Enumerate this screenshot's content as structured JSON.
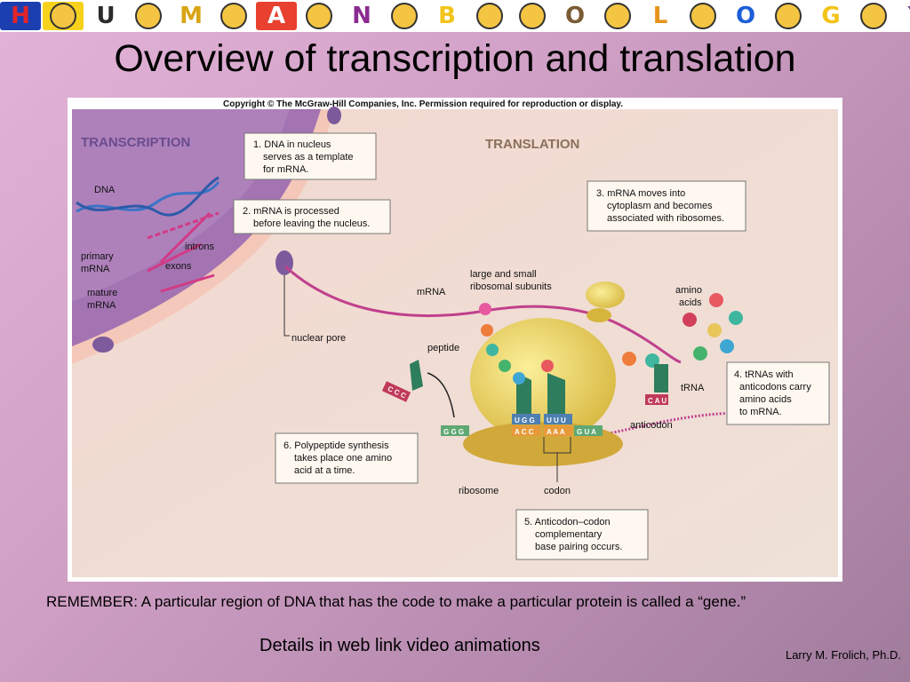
{
  "banner": {
    "tiles": [
      {
        "char": "H",
        "bg": "#1b3fb0",
        "fg": "#e2242a"
      },
      {
        "char": "",
        "bg": "#f7d21c",
        "fg": "#000"
      },
      {
        "char": "U",
        "bg": "#ffffff",
        "fg": "#2b2b2b"
      },
      {
        "char": "",
        "bg": "#ffffff",
        "fg": "#6b6b6b"
      },
      {
        "char": "M",
        "bg": "#ffffff",
        "fg": "#d9a516"
      },
      {
        "char": "",
        "bg": "#ffffff",
        "fg": "#000"
      },
      {
        "char": "A",
        "bg": "#e8412f",
        "fg": "#ffffff"
      },
      {
        "char": "",
        "bg": "#ffffff",
        "fg": "#000"
      },
      {
        "char": "N",
        "bg": "#ffffff",
        "fg": "#8a2c91"
      },
      {
        "char": "",
        "bg": "#ffffff",
        "fg": "#000"
      },
      {
        "char": "B",
        "bg": "#ffffff",
        "fg": "#f2c419"
      },
      {
        "char": "",
        "bg": "#ffffff",
        "fg": "#000"
      },
      {
        "char": "",
        "bg": "#ffffff",
        "fg": "#000"
      },
      {
        "char": "O",
        "bg": "#ffffff",
        "fg": "#7a5b33"
      },
      {
        "char": "",
        "bg": "#ffffff",
        "fg": "#000"
      },
      {
        "char": "L",
        "bg": "#ffffff",
        "fg": "#e7941c"
      },
      {
        "char": "",
        "bg": "#ffffff",
        "fg": "#000"
      },
      {
        "char": "O",
        "bg": "#ffffff",
        "fg": "#1d5ed8"
      },
      {
        "char": "",
        "bg": "#ffffff",
        "fg": "#000"
      },
      {
        "char": "G",
        "bg": "#ffffff",
        "fg": "#f2c419"
      },
      {
        "char": "",
        "bg": "#ffffff",
        "fg": "#000"
      },
      {
        "char": "Y",
        "bg": "#ffffff",
        "fg": "#6a3a8e"
      }
    ]
  },
  "title": "Overview of transcription and translation",
  "figure": {
    "copyright": "Copyright © The McGraw-Hill Companies, Inc. Permission required for reproduction or display.",
    "transcription_heading": "TRANSCRIPTION",
    "translation_heading": "TRANSLATION",
    "labels": {
      "dna": "DNA",
      "introns": "introns",
      "exons": "exons",
      "primary_mrna_1": "primary",
      "primary_mrna_2": "mRNA",
      "mature_mrna_1": "mature",
      "mature_mrna_2": "mRNA",
      "mrna": "mRNA",
      "nuclear_pore": "nuclear pore",
      "subunits_1": "large and small",
      "subunits_2": "ribosomal subunits",
      "amino_acids_1": "amino",
      "amino_acids_2": "acids",
      "peptide": "peptide",
      "trna": "tRNA",
      "anticodon": "anticodon",
      "ribosome": "ribosome",
      "codon": "codon",
      "ccc": "C C C",
      "ggg": "G G G",
      "ugg": "U G G",
      "uuu": "U U U",
      "acc": "A C C",
      "aaa": "A A A",
      "gua": "G U A",
      "cau": "C A U"
    },
    "steps": {
      "s1": [
        "1. DNA in nucleus",
        "serves as a template",
        "for mRNA."
      ],
      "s2": [
        "2. mRNA is processed",
        "before leaving the nucleus."
      ],
      "s3": [
        "3. mRNA moves into",
        "cytoplasm and becomes",
        "associated with ribosomes."
      ],
      "s4": [
        "4. tRNAs with",
        "anticodons carry",
        "amino acids",
        "to mRNA."
      ],
      "s5": [
        "5. Anticodon–codon",
        "complementary",
        "base pairing occurs."
      ],
      "s6": [
        "6. Polypeptide synthesis",
        "takes place one amino",
        "acid at a time."
      ]
    }
  },
  "remember": "REMEMBER:  A particular region of DNA that has the code to make a particular protein is called a “gene.”",
  "details": "Details in web link video animations",
  "author": "Larry M. Frolich, Ph.D."
}
